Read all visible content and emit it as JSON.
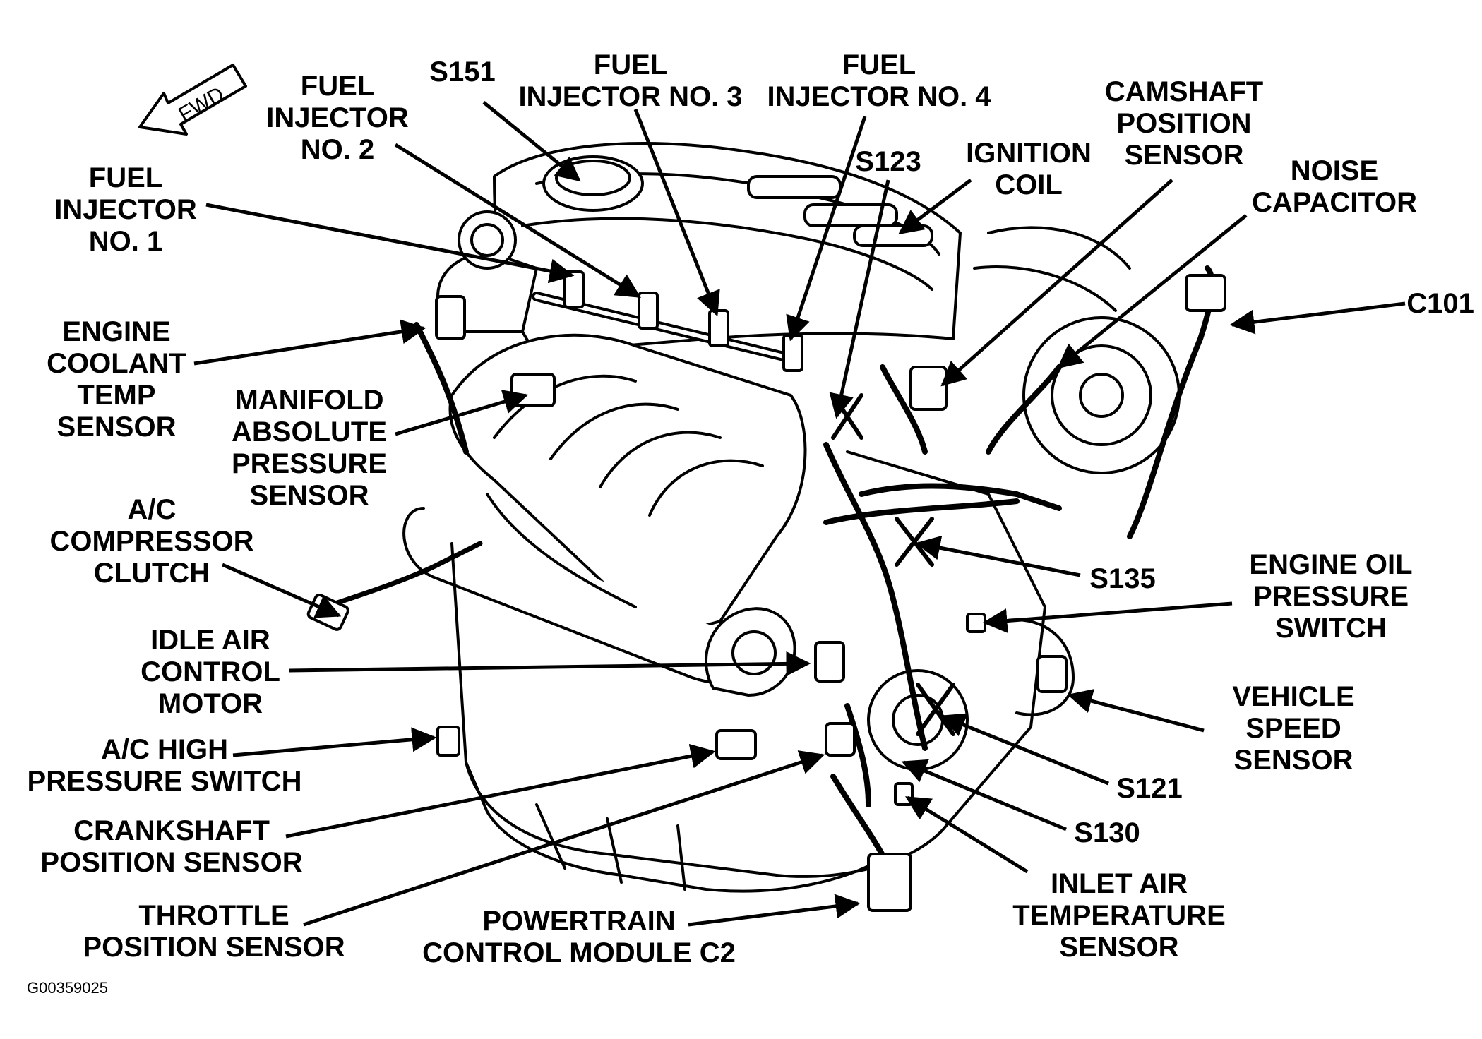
{
  "figure": {
    "id_code": "G00359025",
    "direction_label": "FWD"
  },
  "callouts": {
    "fuel_injector_1": [
      "FUEL",
      "INJECTOR",
      "NO. 1"
    ],
    "fuel_injector_2": [
      "FUEL",
      "INJECTOR",
      "NO. 2"
    ],
    "s151": [
      "S151"
    ],
    "fuel_injector_3": [
      "FUEL",
      "INJECTOR NO. 3"
    ],
    "fuel_injector_4": [
      "FUEL",
      "INJECTOR NO. 4"
    ],
    "s123": [
      "S123"
    ],
    "ignition_coil": [
      "IGNITION",
      "COIL"
    ],
    "camshaft_position_sensor": [
      "CAMSHAFT",
      "POSITION",
      "SENSOR"
    ],
    "noise_capacitor": [
      "NOISE",
      "CAPACITOR"
    ],
    "c101": [
      "C101"
    ],
    "engine_coolant_temp_sensor": [
      "ENGINE",
      "COOLANT",
      "TEMP",
      "SENSOR"
    ],
    "manifold_absolute_pressure_sensor": [
      "MANIFOLD",
      "ABSOLUTE",
      "PRESSURE",
      "SENSOR"
    ],
    "ac_compressor_clutch": [
      "A/C",
      "COMPRESSOR",
      "CLUTCH"
    ],
    "s135": [
      "S135"
    ],
    "engine_oil_pressure_switch": [
      "ENGINE OIL",
      "PRESSURE",
      "SWITCH"
    ],
    "idle_air_control_motor": [
      "IDLE AIR",
      "CONTROL",
      "MOTOR"
    ],
    "vehicle_speed_sensor": [
      "VEHICLE",
      "SPEED",
      "SENSOR"
    ],
    "ac_high_pressure_switch": [
      "A/C HIGH",
      "PRESSURE SWITCH"
    ],
    "s121": [
      "S121"
    ],
    "crankshaft_position_sensor": [
      "CRANKSHAFT",
      "POSITION SENSOR"
    ],
    "s130": [
      "S130"
    ],
    "throttle_position_sensor": [
      "THROTTLE",
      "POSITION SENSOR"
    ],
    "powertrain_control_module_c2": [
      "POWERTRAIN",
      "CONTROL MODULE C2"
    ],
    "inlet_air_temperature_sensor": [
      "INLET AIR",
      "TEMPERATURE",
      "SENSOR"
    ]
  }
}
